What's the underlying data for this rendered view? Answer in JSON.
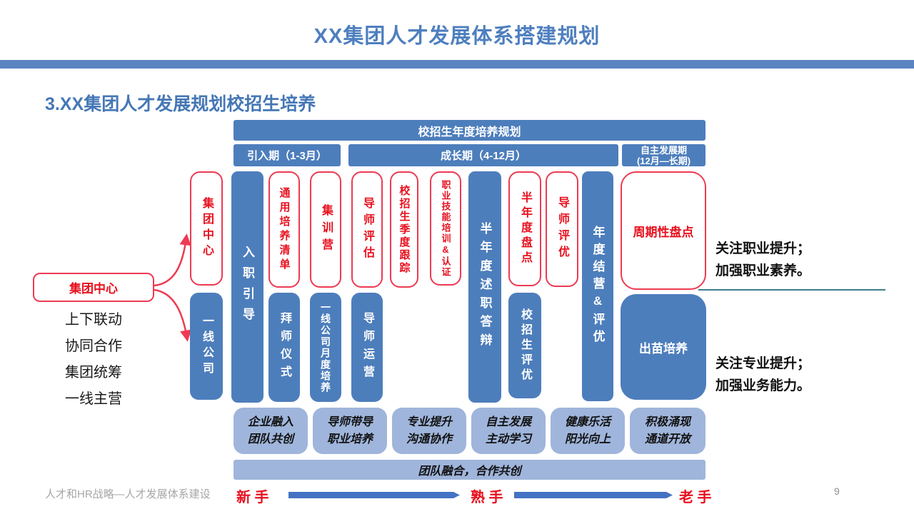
{
  "slide": {
    "title": "XX集团人才发展体系搭建规划",
    "section_title": "3.XX集团人才发展规划校招生培养",
    "footer": "人才和HR战略—人才发展体系建设",
    "page_number": "9"
  },
  "banner": {
    "label": "校招生年度培养规划"
  },
  "phases": [
    {
      "label": "引入期（1-3月）"
    },
    {
      "label": "成长期（4-12月）"
    },
    {
      "label": "自主发展期",
      "sub": "(12月—长期)"
    }
  ],
  "org": {
    "hub": "集团中心",
    "principles": [
      "上下联动",
      "协同合作",
      "集团统筹",
      "一线主营"
    ],
    "group_center": "集团中心",
    "frontline": "一线公司"
  },
  "tracks": {
    "onboarding": "入职引导",
    "general_training_list": "通用培养清单",
    "mentor_ceremony": "拜师仪式",
    "bootcamp": "集训营",
    "frontline_monthly_training": "一线公司月度培养",
    "mentor_evaluation": "导师评估",
    "mentor_operation": "导师运营",
    "quarterly_tracking": "校招生季度跟踪",
    "skill_training_cert": "职业技能培训&认证",
    "midyear_defense": "半年度述职答辩",
    "midyear_review": "半年度盘点",
    "recruit_award": "校招生评优",
    "mentor_award": "导师评优",
    "annual_closing_award": "年度结营&评优",
    "periodic_review": "周期性盘点",
    "seedling_training": "出苗培养"
  },
  "annotations": {
    "career_line1": "关注职业提升；",
    "career_line2": "加强职业素养。",
    "profession_line1": "关注专业提升；",
    "profession_line2": "加强业务能力。"
  },
  "culture": [
    {
      "line1": "企业融入",
      "line2": "团队共创"
    },
    {
      "line1": "导师带导",
      "line2": "职业培养"
    },
    {
      "line1": "专业提升",
      "line2": "沟通协作"
    },
    {
      "line1": "自主发展",
      "line2": "主动学习"
    },
    {
      "line1": "健康乐活",
      "line2": "阳光向上"
    },
    {
      "line1": "积极涌现",
      "line2": "通道开放"
    }
  ],
  "team_bar": {
    "label": "团队融合，合作共创"
  },
  "progress": {
    "novice": "新 手",
    "skilled": "熟 手",
    "veteran": "老 手"
  },
  "colors": {
    "accent_blue": "#4d7ebc",
    "light_blue": "#9fb5db",
    "red_text": "#e8101e",
    "pink_border": "#ee3a52",
    "title_blue": "#4e7fbf",
    "divider_blue": "#5b84c3",
    "teal_line": "#3f7e8e",
    "progress_blue": "#4472c4"
  }
}
